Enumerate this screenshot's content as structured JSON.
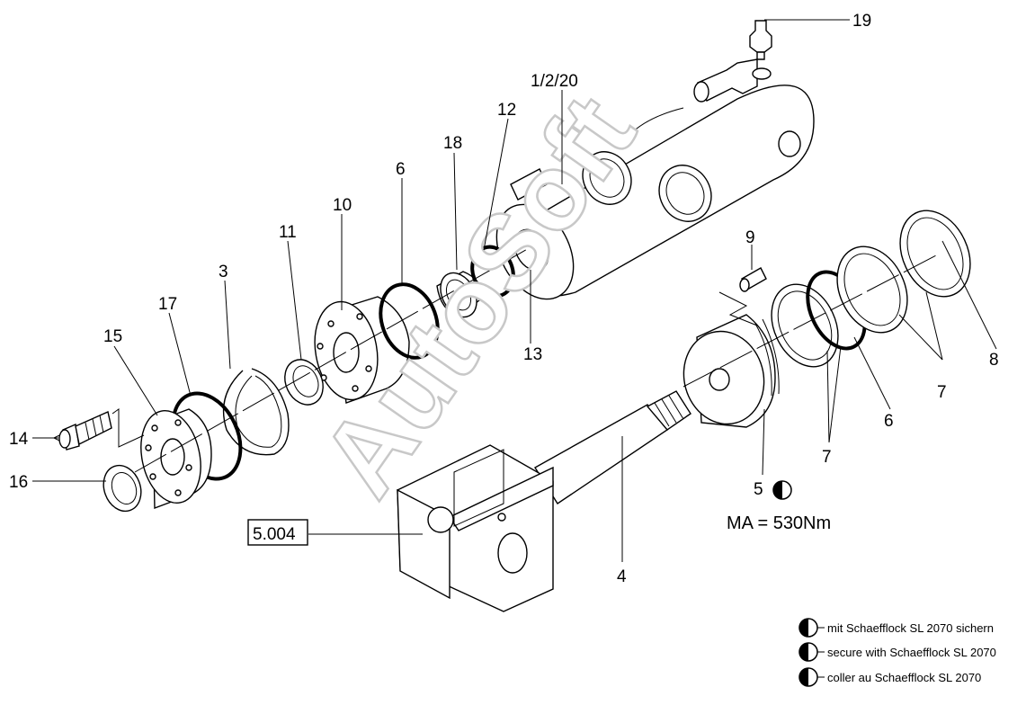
{
  "watermark": "AutoSoft",
  "callouts": {
    "c19": "19",
    "c1_2_20": "1/2/20",
    "c12": "12",
    "c18": "18",
    "c6a": "6",
    "c10": "10",
    "c11": "11",
    "c3": "3",
    "c17": "17",
    "c15": "15",
    "c14": "14",
    "c16": "16",
    "c13": "13",
    "c9": "9",
    "c8": "8",
    "c7a": "7",
    "c6b": "6",
    "c7b": "7",
    "c5": "5",
    "c4": "4"
  },
  "reference_box": "5.004",
  "torque_note": "MA = 530Nm",
  "legend": [
    "mit Schaefflock SL 2070 sichern",
    "secure with Schaefflock SL 2070",
    "coller au Schaefflock SL 2070"
  ]
}
